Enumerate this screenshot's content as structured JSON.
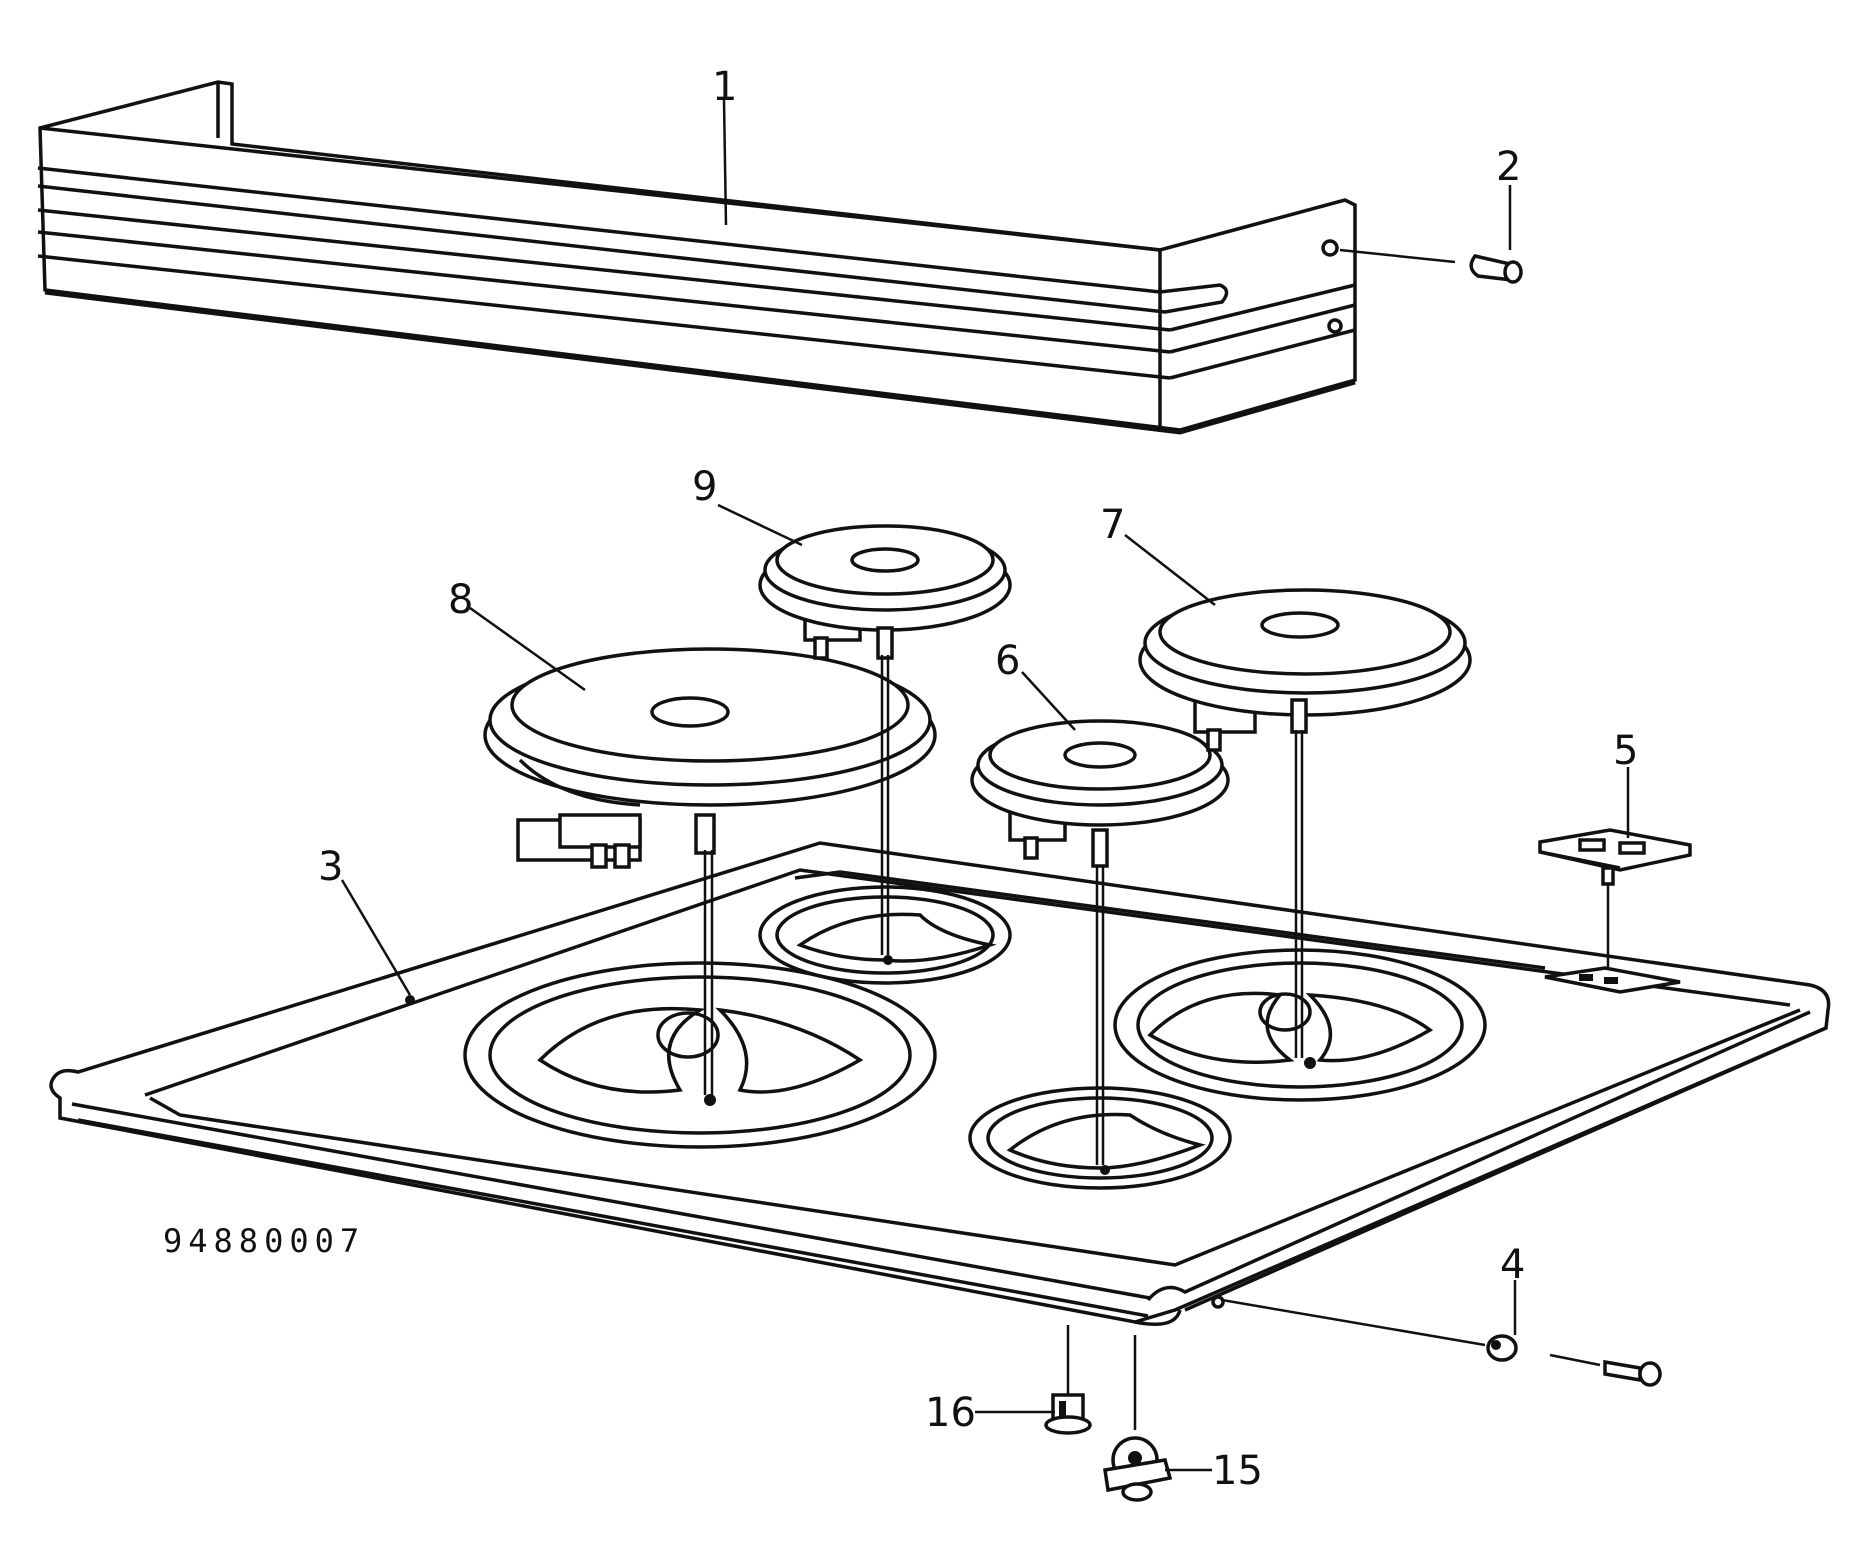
{
  "document_number": "94880007",
  "callouts": [
    {
      "id": "1"
    },
    {
      "id": "2"
    },
    {
      "id": "3"
    },
    {
      "id": "4"
    },
    {
      "id": "5"
    },
    {
      "id": "6"
    },
    {
      "id": "7"
    },
    {
      "id": "8"
    },
    {
      "id": "9"
    },
    {
      "id": "15"
    },
    {
      "id": "16"
    }
  ]
}
